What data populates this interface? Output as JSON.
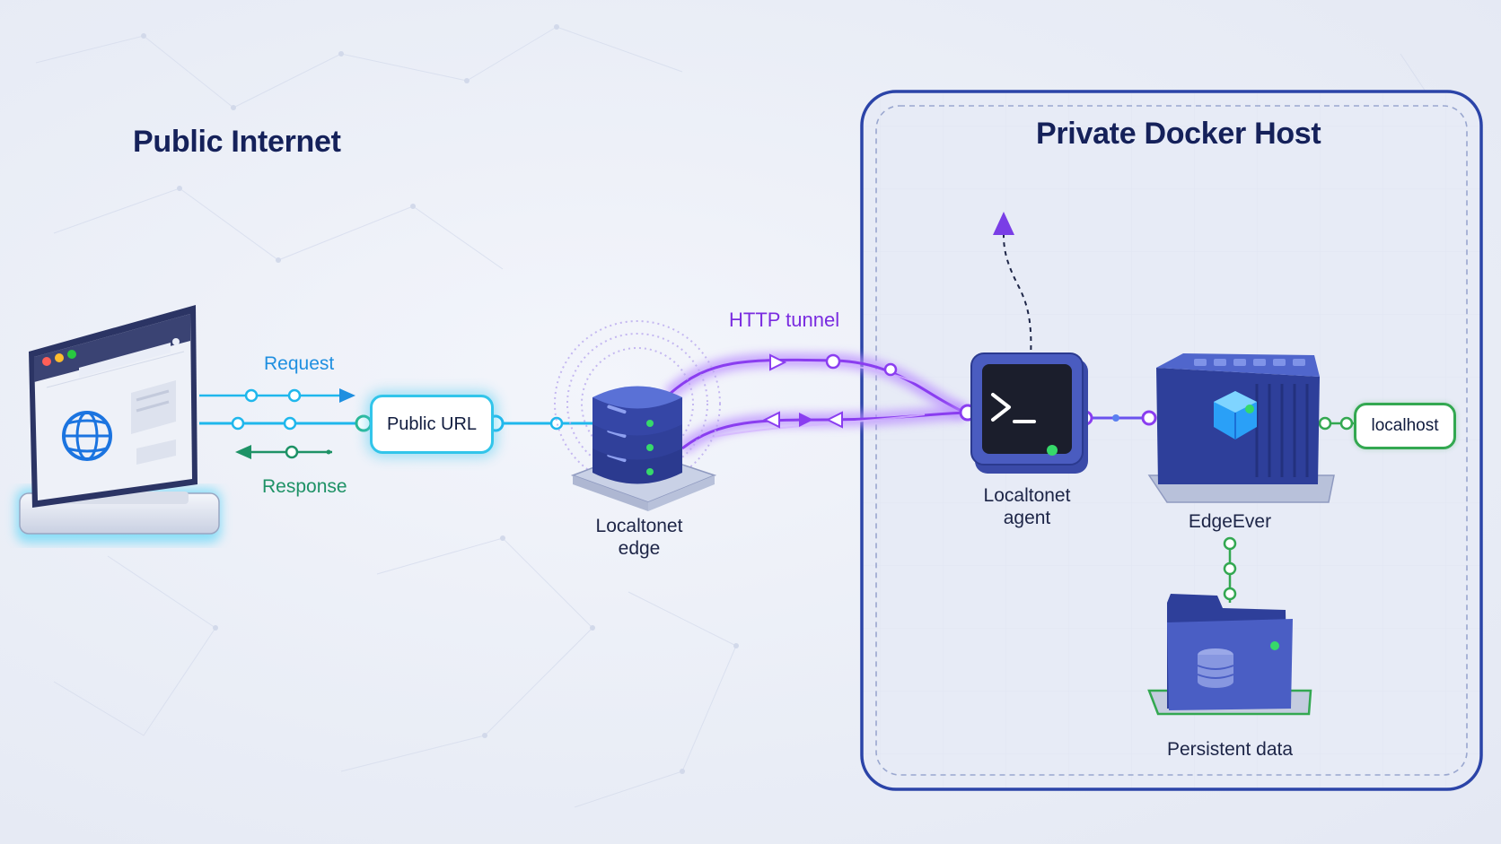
{
  "titles": {
    "public_internet": "Public Internet",
    "private_docker_host": "Private Docker Host"
  },
  "flows": {
    "request_label": "Request",
    "response_label": "Response",
    "tunnel_label": "HTTP tunnel"
  },
  "nodes": {
    "browser_icon": "browser-window-globe-icon",
    "public_url": "Public URL",
    "edge_line1": "Localtonet",
    "edge_line2": "edge",
    "agent_line1": "Localtonet",
    "agent_line2": "agent",
    "app": "EdgeEver",
    "localhost": "localhost",
    "storage": "Persistent data"
  },
  "colors": {
    "request_cyan": "#1f8fe0",
    "response_green": "#1e9266",
    "tunnel_purple": "#7a2ce0",
    "host_border": "#2b44a8",
    "node_navy": "#2b3a8f"
  }
}
